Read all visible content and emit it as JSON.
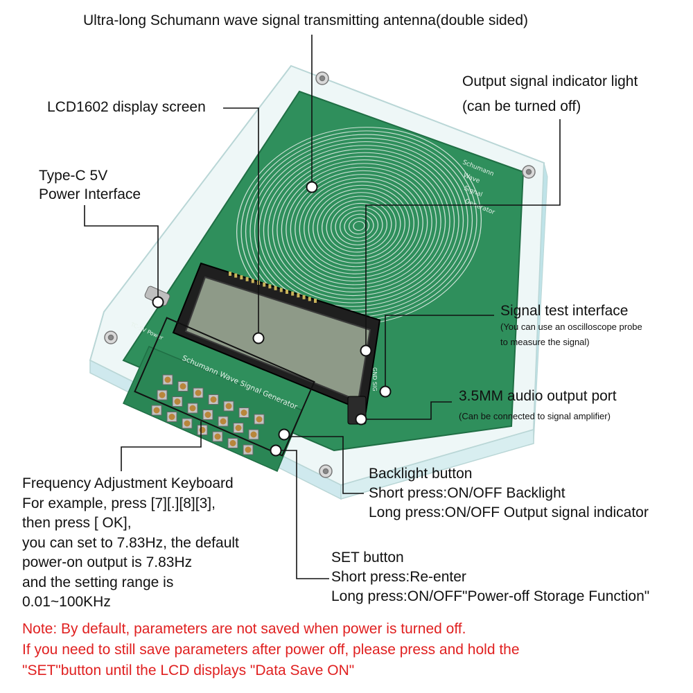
{
  "callouts": {
    "antenna": "Ultra-long Schumann wave signal transmitting antenna(double sided)",
    "indicator_title": "Output signal indicator light",
    "indicator_sub": "(can be turned off)",
    "lcd": "LCD1602 display screen",
    "typec_1": "Type-C 5V",
    "typec_2": "Power Interface",
    "signal_test_title": "Signal test interface",
    "signal_test_sub1": "(You can use an oscilloscope probe",
    "signal_test_sub2": "to measure the signal)",
    "audio_title": "3.5MM audio output port",
    "audio_sub": "(Can be connected to signal amplifier)",
    "backlight": [
      "Backlight button",
      "Short press:ON/OFF Backlight",
      "Long press:ON/OFF Output signal indicator"
    ],
    "keyboard": [
      "Frequency Adjustment Keyboard",
      "For example, press [7][.][8][3],",
      "then press [ OK],",
      "you can set to 7.83Hz, the default",
      "power-on output is 7.83Hz",
      "and the setting range is",
      "0.01~100KHz"
    ],
    "set_button": [
      "SET button",
      "Short press:Re-enter",
      "Long press:ON/OFF\"Power-off Storage Function\""
    ]
  },
  "note": [
    "Note: By default, parameters are not saved when power is turned off.",
    "If you need to still save parameters after power off, please press and hold the",
    "\"SET\"button until the LCD displays \"Data Save ON\""
  ],
  "board_printing": {
    "corner": [
      "Schumann",
      "Wave",
      "Signal",
      "Generator"
    ],
    "keypad_header": "Schumann Wave Signal Generator",
    "power_label": "TC-5V Power",
    "probe_label": "GND SIG"
  },
  "colors": {
    "pcb": "#2f8f5c",
    "note_text": "#e02020",
    "leader_line": "#111111"
  }
}
